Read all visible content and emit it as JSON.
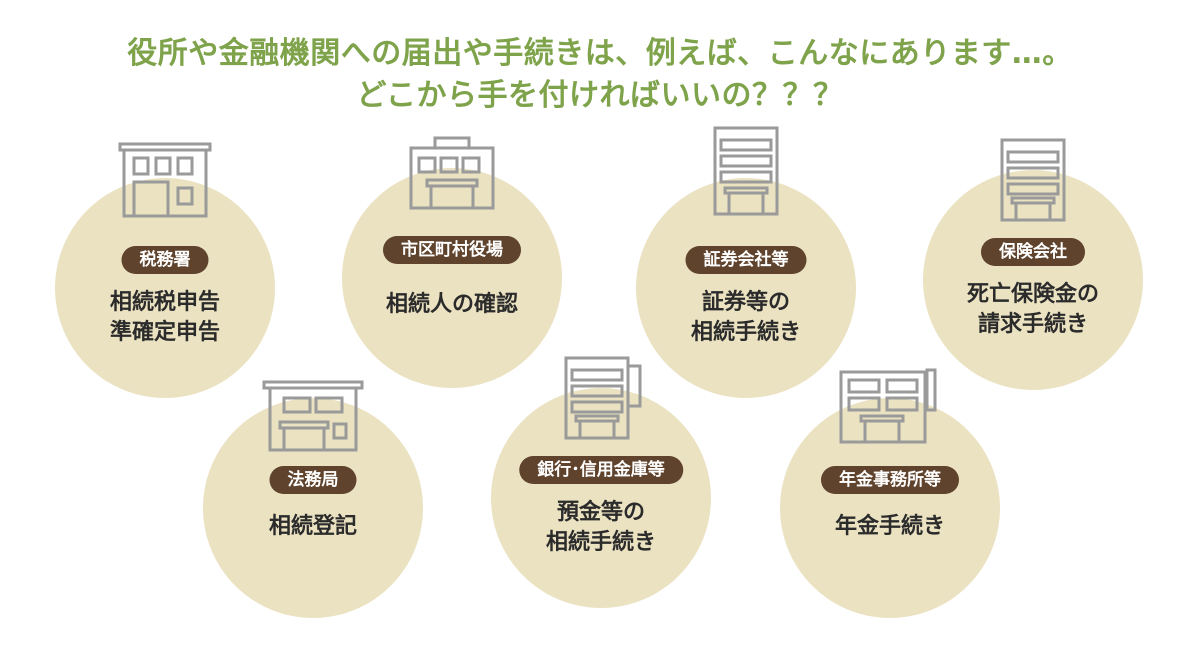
{
  "heading": {
    "line1": "役所や金融機関への届出や手続きは、例えば、こんなにあります…。",
    "line2": "どこから手を付ければいいの？？？"
  },
  "colors": {
    "heading": "#7ea34a",
    "circle": "#ebe2c2",
    "badge": "#5f432d",
    "icon_stroke": "#9a9a9a",
    "text": "#2b2b2b"
  },
  "offices": [
    {
      "label": "税務署",
      "procedures": [
        "相続税申告",
        "準確定申告"
      ],
      "icon": "building-icon"
    },
    {
      "label": "市区町村役場",
      "procedures": [
        "相続人の確認"
      ],
      "icon": "building-icon"
    },
    {
      "label": "証券会社等",
      "procedures": [
        "証券等の",
        "相続手続き"
      ],
      "icon": "building-icon"
    },
    {
      "label": "保険会社",
      "procedures": [
        "死亡保険金の",
        "請求手続き"
      ],
      "icon": "building-icon"
    },
    {
      "label": "法務局",
      "procedures": [
        "相続登記"
      ],
      "icon": "building-icon"
    },
    {
      "label": "銀行･信用金庫等",
      "procedures": [
        "預金等の",
        "相続手続き"
      ],
      "icon": "building-icon"
    },
    {
      "label": "年金事務所等",
      "procedures": [
        "年金手続き"
      ],
      "icon": "building-icon"
    }
  ]
}
